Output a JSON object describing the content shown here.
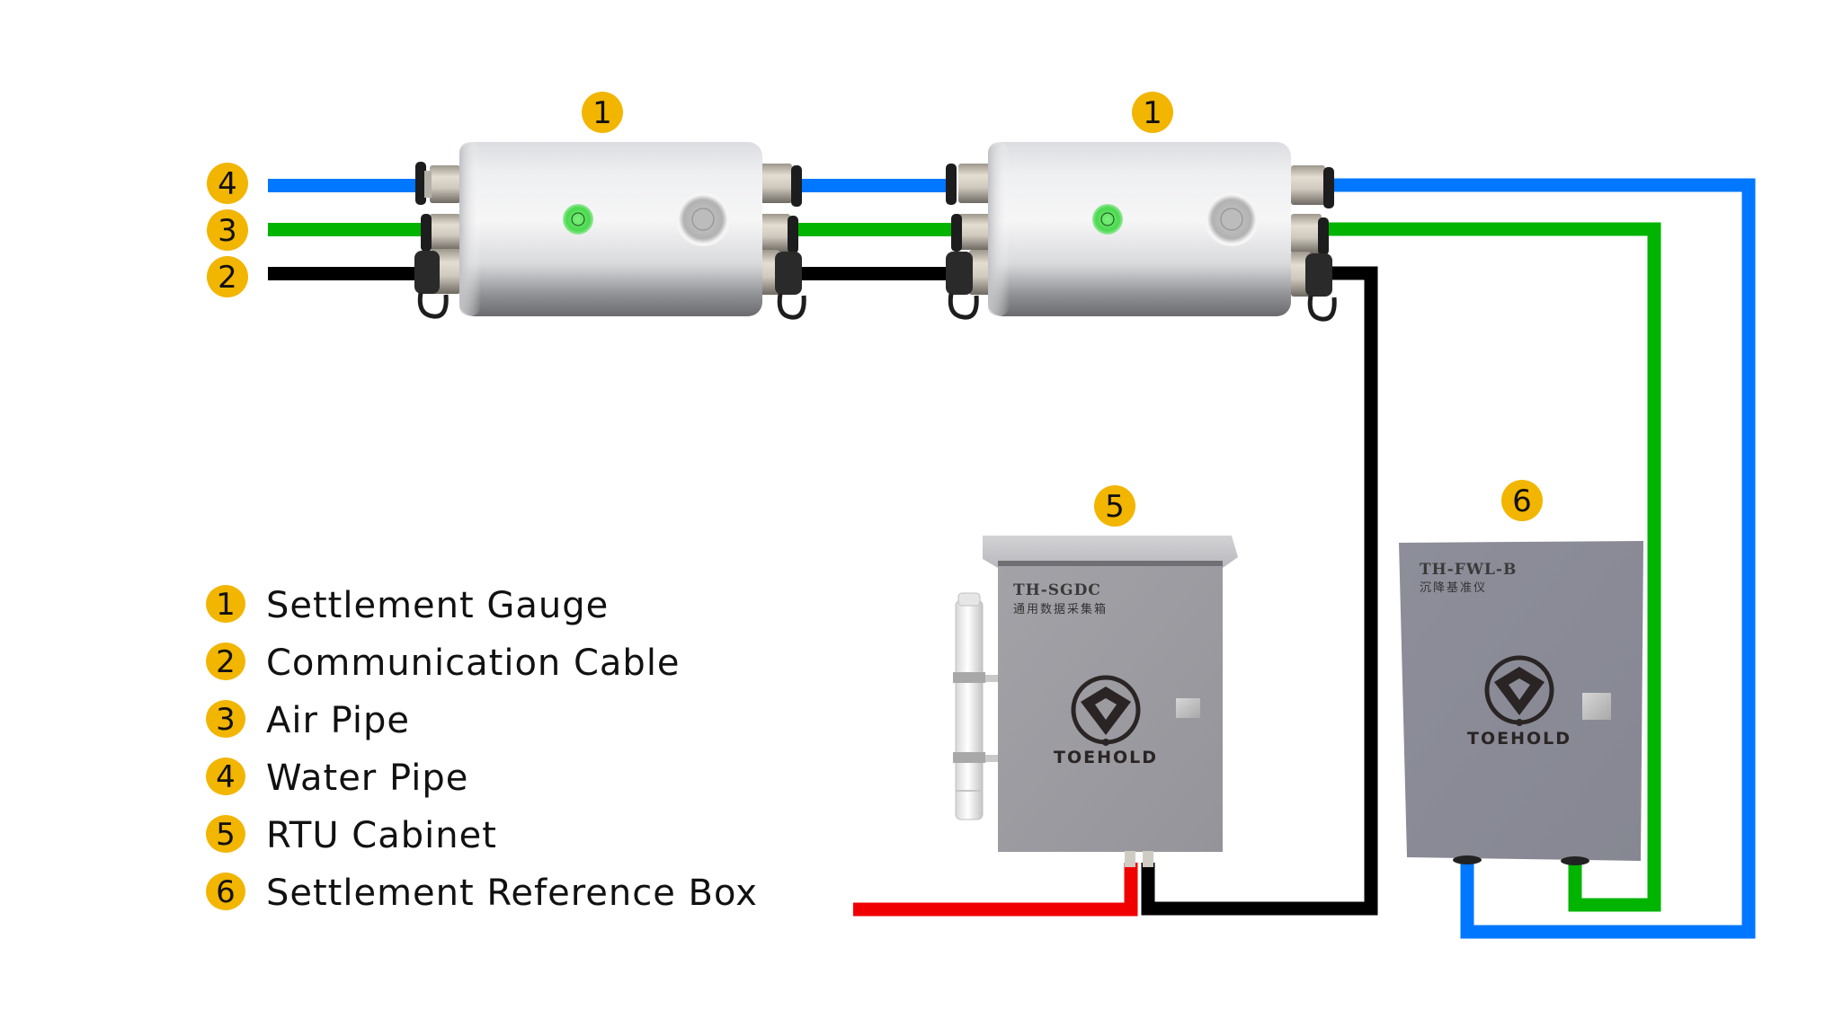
{
  "colors": {
    "badge": "#F2B500",
    "water_pipe": "#0077FF",
    "air_pipe": "#00B400",
    "cable": "#000000",
    "power_cable": "#F00000"
  },
  "callouts": {
    "gauge_a": "1",
    "gauge_b": "1",
    "line_water": "4",
    "line_air": "3",
    "line_cable": "2",
    "rtu": "5",
    "reference_box": "6"
  },
  "devices": {
    "rtu_cabinet": {
      "model": "TH-SGDC",
      "subtitle": "通用数据采集箱",
      "brand": "TOEHOLD"
    },
    "reference_box": {
      "model": "TH-FWL-B",
      "subtitle": "沉降基准仪",
      "brand": "TOEHOLD"
    }
  },
  "legend": [
    {
      "number": "1",
      "label": "Settlement Gauge"
    },
    {
      "number": "2",
      "label": "Communication Cable"
    },
    {
      "number": "3",
      "label": "Air Pipe"
    },
    {
      "number": "4",
      "label": "Water Pipe"
    },
    {
      "number": "5",
      "label": "RTU Cabinet"
    },
    {
      "number": "6",
      "label": "Settlement Reference Box"
    }
  ]
}
